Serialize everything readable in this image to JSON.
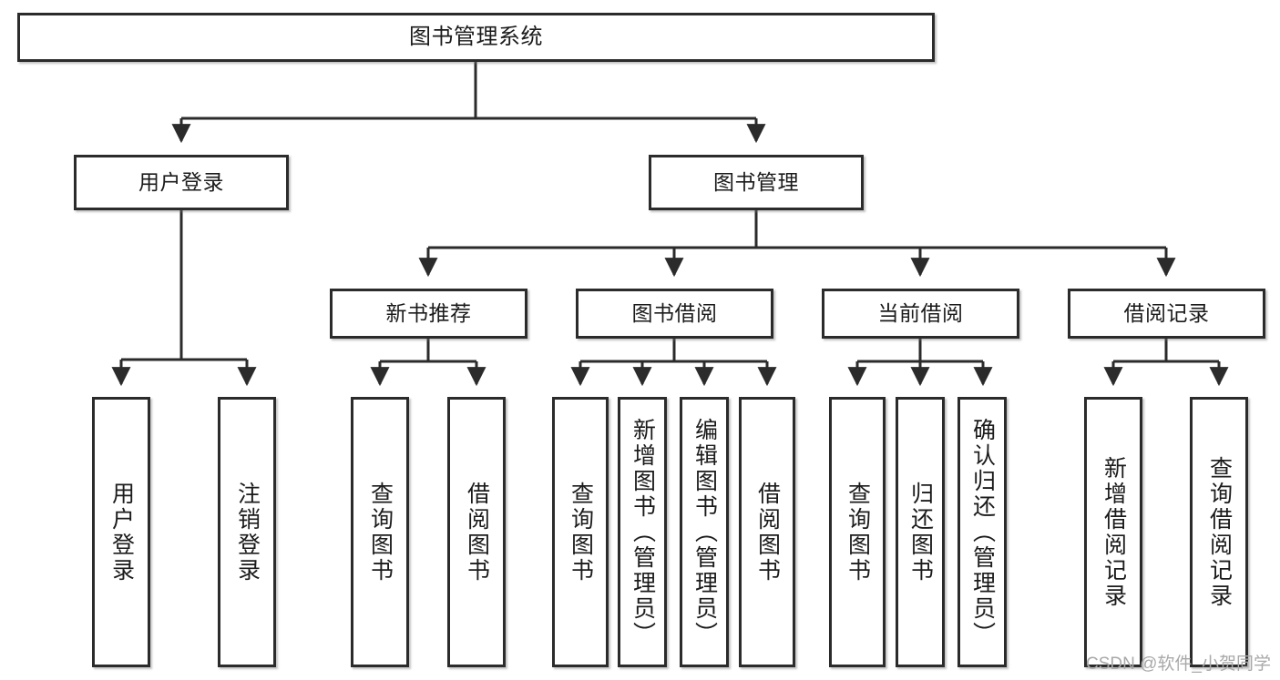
{
  "diagram": {
    "type": "tree-hierarchy-chart",
    "title": "图书管理系统",
    "stroke_color": "#2b2b2b",
    "fill_color": "#ffffff",
    "text_color": "#1b1b1b"
  },
  "nodes": {
    "root": {
      "label": "图书管理系统",
      "level": 1
    },
    "level2": [
      {
        "id": "user-login",
        "label": "用户登录"
      },
      {
        "id": "book-management",
        "label": "图书管理"
      }
    ],
    "level3": [
      {
        "id": "new-book-recommend",
        "label": "新书推荐"
      },
      {
        "id": "book-borrow",
        "label": "图书借阅"
      },
      {
        "id": "current-borrow",
        "label": "当前借阅"
      },
      {
        "id": "borrow-record",
        "label": "借阅记录"
      }
    ],
    "leaves": {
      "user_login": [
        {
          "id": "leaf-user-login",
          "label": "用户登录"
        },
        {
          "id": "leaf-logout-login",
          "label": "注销登录"
        }
      ],
      "new_book_recommend": [
        {
          "id": "leaf-query-book-1",
          "label": "查询图书"
        },
        {
          "id": "leaf-borrow-book-1",
          "label": "借阅图书"
        }
      ],
      "book_borrow": [
        {
          "id": "leaf-query-book-2",
          "label": "查询图书"
        },
        {
          "id": "leaf-add-book-admin",
          "label": "新增图书（管理员）"
        },
        {
          "id": "leaf-edit-book-admin",
          "label": "编辑图书（管理员）"
        },
        {
          "id": "leaf-borrow-book-2",
          "label": "借阅图书"
        }
      ],
      "current_borrow": [
        {
          "id": "leaf-query-book-3",
          "label": "查询图书"
        },
        {
          "id": "leaf-return-book",
          "label": "归还图书"
        },
        {
          "id": "leaf-confirm-return-admin",
          "label": "确认归还（管理员）"
        }
      ],
      "borrow_record": [
        {
          "id": "leaf-add-borrow-record",
          "label": "新增借阅记录"
        },
        {
          "id": "leaf-query-borrow-record",
          "label": "查询借阅记录"
        }
      ]
    }
  },
  "watermark": {
    "text": "CSDN @软件_小贺同学"
  }
}
